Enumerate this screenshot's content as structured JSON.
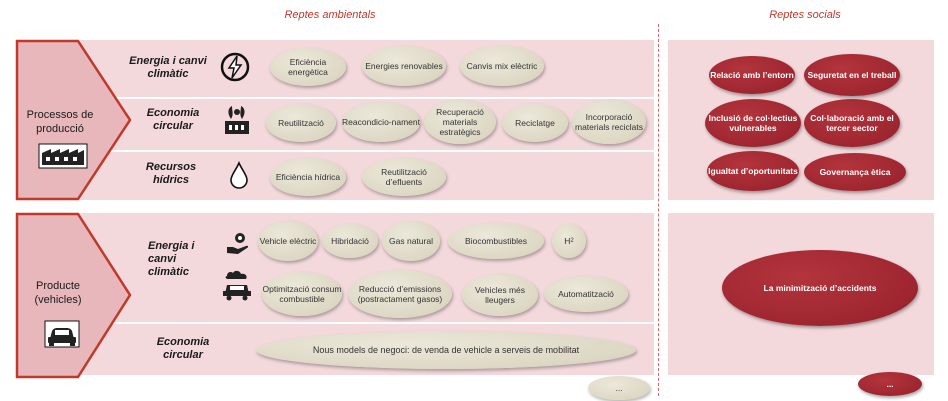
{
  "headers": {
    "environmental": "Reptes ambientals",
    "social": "Reptes socials"
  },
  "processes": {
    "label": "Processos de producció",
    "icon": "factory-icon",
    "rows": [
      {
        "label": "Energia i canvi climàtic",
        "icon": "power-plug-icon",
        "items": [
          "Eficiència energètica",
          "Energies renovables",
          "Canvis mix elèctric"
        ]
      },
      {
        "label": "Economia circular",
        "icon": "recycling-plant-icon",
        "items": [
          "Reutilització",
          "Reacondicio-nament",
          "Recuperació materials estratègics",
          "Reciclatge",
          "Incorporació materials reciclats"
        ]
      },
      {
        "label": "Recursos hídrics",
        "icon": "water-drop-icon",
        "items": [
          "Eficiència hídrica",
          "Reutilització d’efluents"
        ]
      }
    ]
  },
  "product": {
    "label": "Producte (vehicles)",
    "icon": "car-icon",
    "rows": [
      {
        "label": "Energia i canvi climàtic",
        "icon": "hand-gear-icon",
        "icon2": "vehicle-cloud-icon",
        "items_top": [
          "Vehicle elèctric",
          "Hibridació",
          "Gas natural",
          "Biocombustibles",
          "H2"
        ],
        "items_bottom": [
          "Optimització consum combustible",
          "Reducció d’emissions (postractament gasos)",
          "Vehicles més lleugers",
          "Automatització"
        ]
      },
      {
        "label": "Economia circular",
        "items": [
          "Nous models de negoci: de venda de vehicle a serveis de mobilitat"
        ]
      }
    ],
    "more": "..."
  },
  "social": {
    "items": [
      "Relació amb l’entorn",
      "Seguretat en el treball",
      "Inclusió de col·lectius vulnerables",
      "Col·laboració amb el tercer sector",
      "Igualtat d’oportunitats",
      "Governança ètica"
    ],
    "accidents": "La minimització d’accidents",
    "more": "..."
  },
  "colors": {
    "band": "#f3d9dc",
    "arrow": "#e8b7bc",
    "arrow_border": "#c0392b",
    "ellipse": "#ddd8c4",
    "red_ellipse": "#9e2630"
  }
}
